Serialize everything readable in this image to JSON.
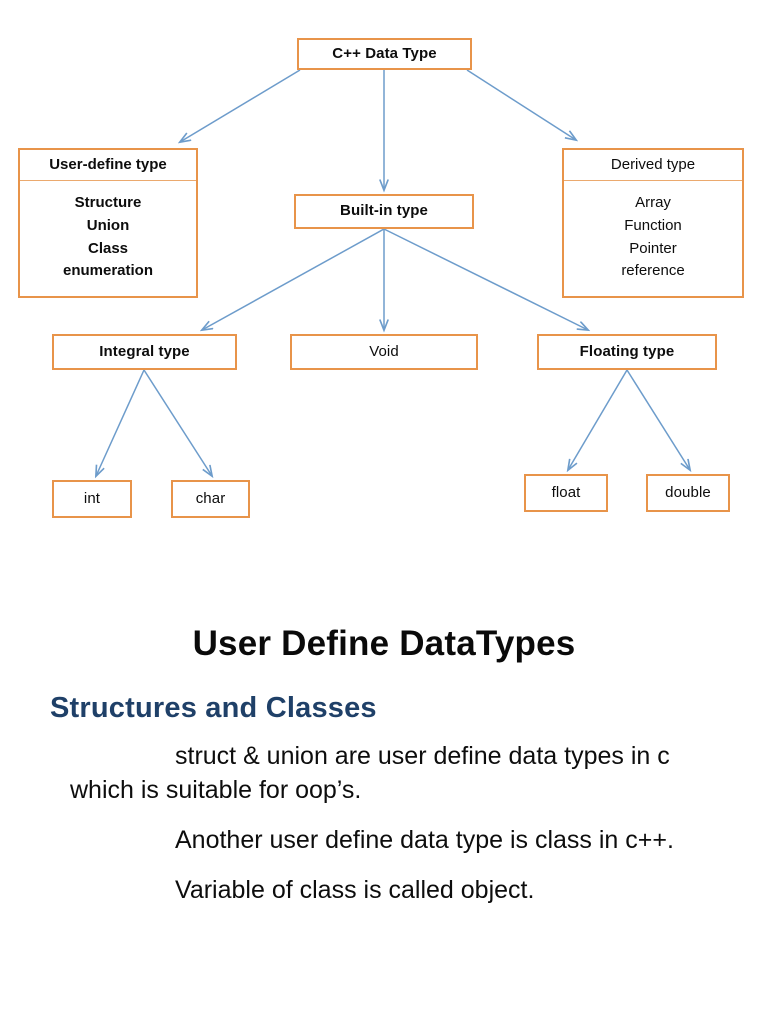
{
  "colors": {
    "box_border": "#E8944A",
    "arrow": "#6D9CCB",
    "heading_blue": "#1F4068",
    "text": "#0D0D0D",
    "background": "#FFFFFF"
  },
  "diagram": {
    "type": "tree",
    "root": {
      "label": "C++ Data Type"
    },
    "nodes": [
      {
        "id": "root",
        "label": "C++ Data Type",
        "bold": true
      },
      {
        "id": "userdefine",
        "label": "User-define type",
        "bold": true,
        "items": [
          "Structure",
          "Union",
          "Class",
          "enumeration"
        ]
      },
      {
        "id": "builtin",
        "label": "Built-in type",
        "bold": true
      },
      {
        "id": "derived",
        "label": "Derived type",
        "bold": false,
        "items": [
          "Array",
          "Function",
          "Pointer",
          "reference"
        ]
      },
      {
        "id": "integral",
        "label": "Integral type",
        "bold": true
      },
      {
        "id": "void",
        "label": "Void",
        "bold": false
      },
      {
        "id": "floating",
        "label": "Floating type",
        "bold": true
      },
      {
        "id": "int",
        "label": "int",
        "bold": false
      },
      {
        "id": "char",
        "label": "char",
        "bold": false
      },
      {
        "id": "float",
        "label": "float",
        "bold": false
      },
      {
        "id": "double",
        "label": "double",
        "bold": false
      }
    ],
    "edges": [
      {
        "from": "root",
        "to": "userdefine"
      },
      {
        "from": "root",
        "to": "builtin"
      },
      {
        "from": "root",
        "to": "derived"
      },
      {
        "from": "builtin",
        "to": "integral"
      },
      {
        "from": "builtin",
        "to": "void"
      },
      {
        "from": "builtin",
        "to": "floating"
      },
      {
        "from": "integral",
        "to": "int"
      },
      {
        "from": "integral",
        "to": "char"
      },
      {
        "from": "floating",
        "to": "float"
      },
      {
        "from": "floating",
        "to": "double"
      }
    ]
  },
  "text": {
    "title": "User Define DataTypes",
    "subheading": "Structures and Classes",
    "paragraphs": [
      "struct & union are user define data types in c which is suitable for oop’s.",
      "Another user define data type is class in c++.",
      "Variable of class is called object."
    ]
  }
}
